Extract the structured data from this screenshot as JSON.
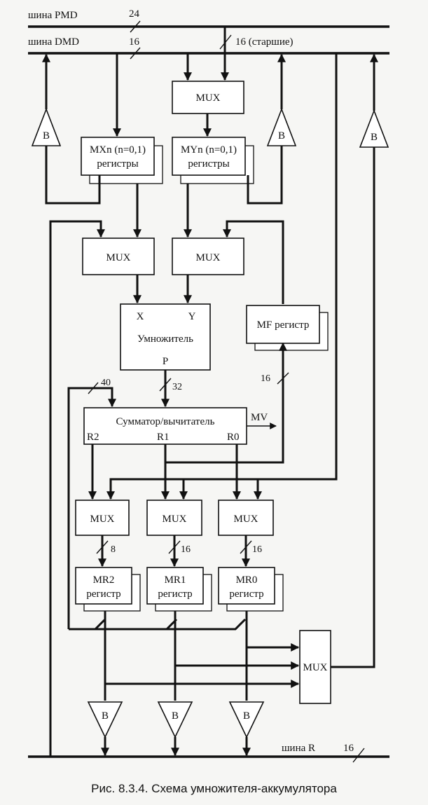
{
  "buses": {
    "pmd": {
      "label": "шина PMD",
      "width": "24"
    },
    "dmd": {
      "label": "шина DMD",
      "width": "16",
      "upper": "16 (старшие)"
    },
    "r": {
      "label": "шина R",
      "width": "16"
    }
  },
  "blocks": {
    "mux_top": "MUX",
    "mx_line1": "MXn (n=0,1)",
    "mx_line2": "регистры",
    "my_line1": "MYn (n=0,1)",
    "my_line2": "регистры",
    "mux_x": "MUX",
    "mux_y": "MUX",
    "mult_x": "X",
    "mult_y": "Y",
    "mult_name": "Умножитель",
    "mult_p": "P",
    "mf": "MF регистр",
    "adder": "Сумматор/вычитатель",
    "mv": "MV",
    "r2": "R2",
    "r1": "R1",
    "r0": "R0",
    "mux_mr2": "MUX",
    "mux_mr1": "MUX",
    "mux_mr0": "MUX",
    "mr2_line1": "MR2",
    "mr2_line2": "регистр",
    "mr1_line1": "MR1",
    "mr1_line2": "регистр",
    "mr0_line1": "MR0",
    "mr0_line2": "регистр",
    "mux_out": "MUX",
    "buffer": "B"
  },
  "widths": {
    "w40": "40",
    "w32": "32",
    "w16_mf": "16",
    "w8": "8",
    "w16_mr1": "16",
    "w16_mr0": "16"
  },
  "caption": "Рис. 8.3.4. Схема умножителя-аккумулятора"
}
